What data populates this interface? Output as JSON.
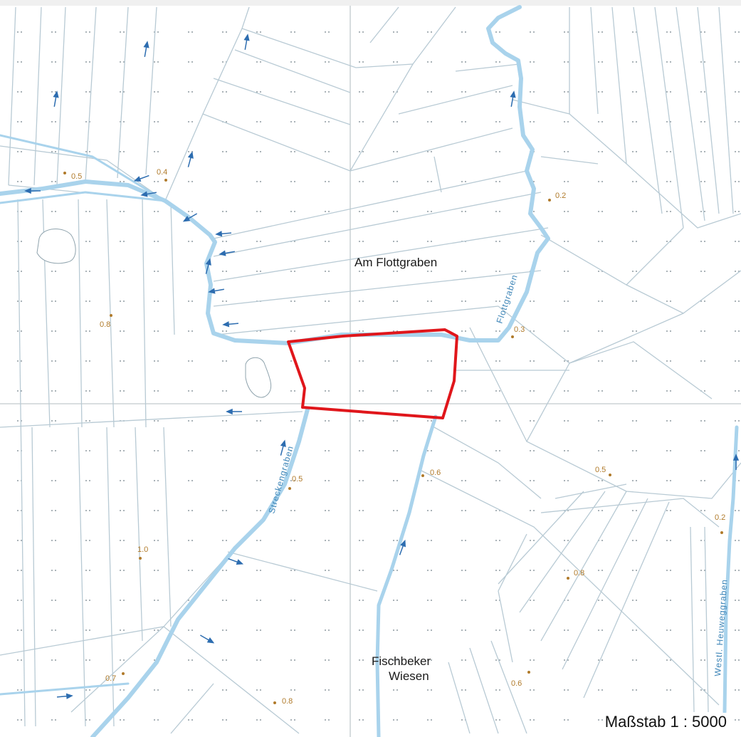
{
  "map": {
    "places": {
      "am_flottgraben": "Am Flottgraben",
      "fischbeker_line1": "Fischbeker",
      "fischbeker_line2": "Wiesen"
    },
    "waterways": {
      "flottgraben": "Flottgraben",
      "streckengraben": "Streckengraben",
      "heuweggraben": "Westl. Heuweggraben"
    },
    "elevations": [
      "0.5",
      "0.4",
      "0.2",
      "0.8",
      "0.3",
      "0.5",
      "0.6",
      "0.5",
      "0.2",
      "1.0",
      "0.8",
      "0.7",
      "0.6",
      "0.8"
    ],
    "scale": "Maßstab 1 : 5000",
    "colors": {
      "water": "#a9d3ec",
      "parcel_line": "#b8cad4",
      "boundary": "#e0161b",
      "elevation": "#b07a2a",
      "flow_arrow": "#2d6db0"
    }
  }
}
